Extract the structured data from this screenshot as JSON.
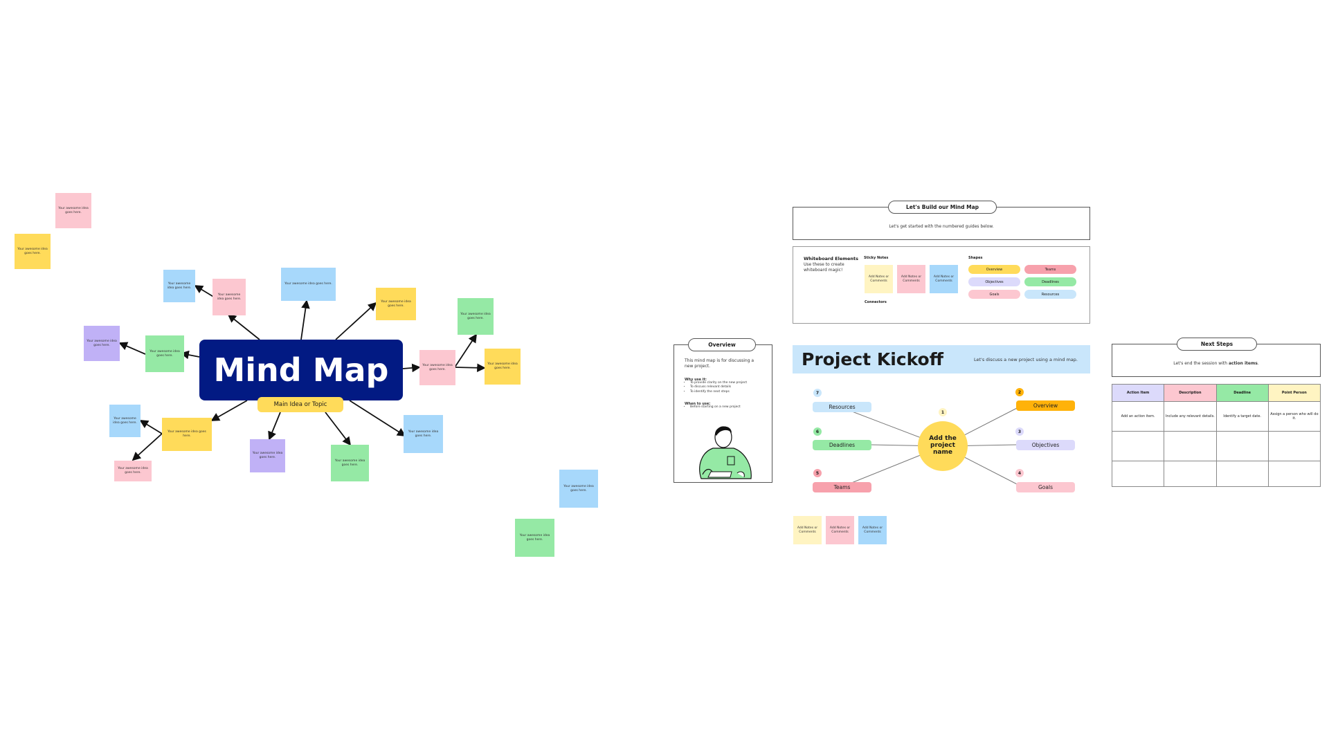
{
  "mind_map": {
    "title": "Mind Map",
    "subtitle": "Main Idea or Topic",
    "sticky_text": "Your awesome idea goes here."
  },
  "build": {
    "title": "Let's Build our Mind Map",
    "subtitle": "Let's get started with the numbered guides below.",
    "elements_title": "Whiteboard Elements",
    "elements_desc": "Use these to create whiteboard magic!",
    "sticky_label": "Sticky Notes",
    "sticky_note_text": "Add Notes or Comments",
    "shapes_label": "Shapes",
    "connectors_label": "Connectors",
    "shapes": [
      "Overview",
      "Teams",
      "Objectives",
      "Deadlines",
      "Goals",
      "Resources"
    ],
    "colors": {
      "accent": "#021a83",
      "yellow": "#ffdb5a",
      "pink": "#fcc7d0",
      "blue": "#a7d8fb",
      "green": "#95e9a5",
      "purple": "#c0b1f6"
    }
  },
  "overview": {
    "title": "Overview",
    "intro": "This mind map is for discussing a new project.",
    "why_title": "Why use it:",
    "why_items": [
      "To provide clarity on the new project",
      "To discuss relevant details",
      "To identify the next steps"
    ],
    "when_title": "When to use:",
    "when_items": [
      "Before starting on a new project"
    ]
  },
  "kickoff": {
    "title": "Project Kickoff",
    "subtitle": "Let's discuss a new project using a mind map.",
    "center": "Add the project name",
    "nodes": {
      "resources": {
        "num": "7",
        "label": "Resources"
      },
      "overview": {
        "num": "2",
        "label": "Overview"
      },
      "deadlines": {
        "num": "6",
        "label": "Deadlines"
      },
      "objectives": {
        "num": "3",
        "label": "Objectives"
      },
      "teams": {
        "num": "5",
        "label": "Teams"
      },
      "goals": {
        "num": "4",
        "label": "Goals"
      },
      "center_num": "1"
    },
    "sticky_note_text": "Add Notes or Comments"
  },
  "next_steps": {
    "title": "Next Steps",
    "subtitle_prefix": "Let's end the session with ",
    "subtitle_bold": "action items",
    "subtitle_suffix": ".",
    "headers": [
      "Action Item",
      "Description",
      "Deadline",
      "Point Person"
    ],
    "row1": [
      "Add an action item.",
      "Include any relevant details.",
      "Identify a target date.",
      "Assign a person who will do it."
    ]
  }
}
